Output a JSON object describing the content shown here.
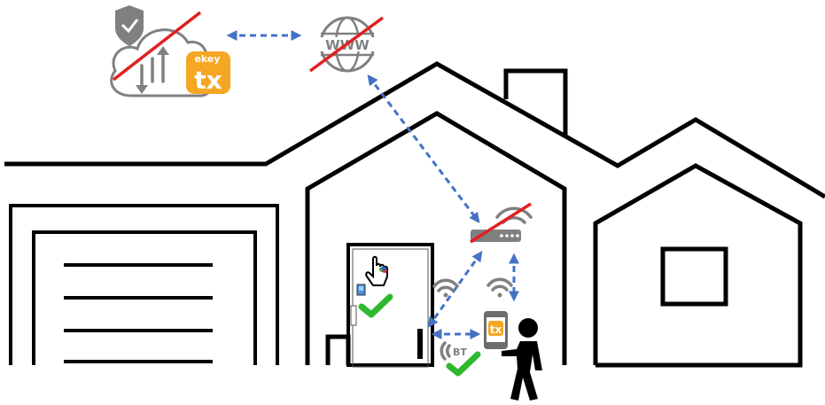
{
  "cloud": {
    "icon": "cloud-shield-icon",
    "disabled": true
  },
  "ekey_logo": {
    "word": "ekey",
    "mark": "tx",
    "color": "#f5a623"
  },
  "internet": {
    "label": "WWW",
    "disabled": true
  },
  "router": {
    "disabled": true
  },
  "bluetooth": {
    "label": "BT"
  },
  "phone_app": {
    "mark": "tx"
  },
  "status_colors": {
    "ok": "#2eb82e",
    "disabled": "#e02020",
    "link": "#4472c4"
  }
}
